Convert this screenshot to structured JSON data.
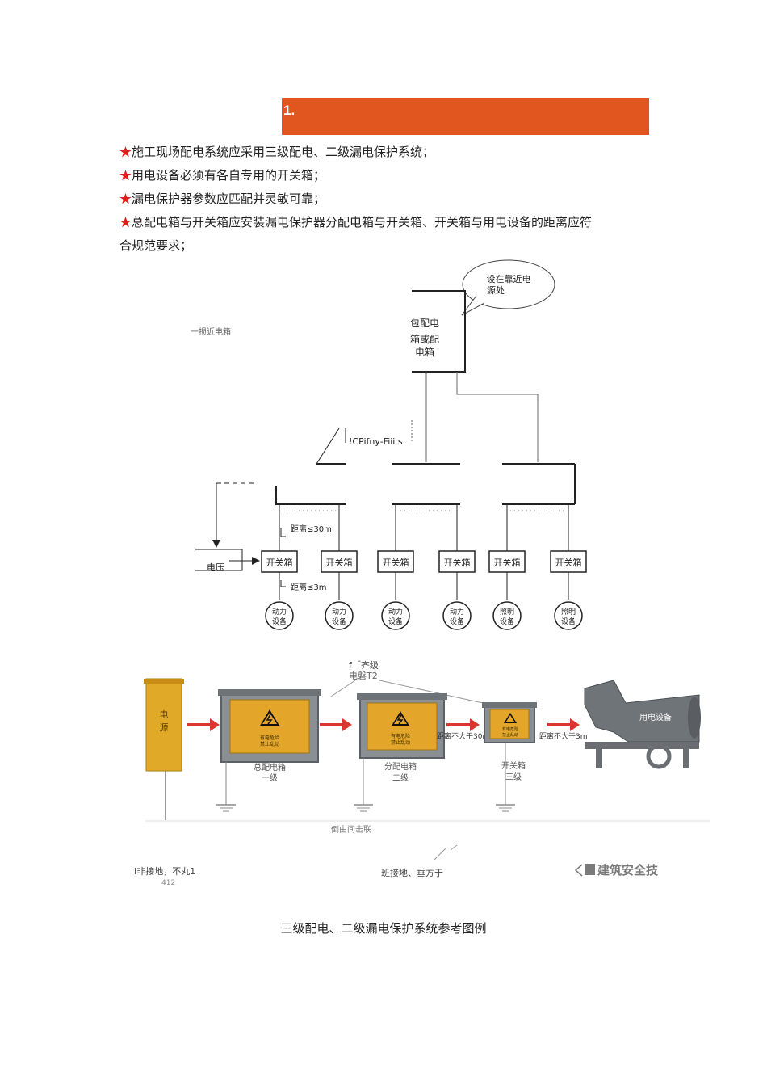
{
  "section": {
    "number": "1."
  },
  "bullets": [
    {
      "star": "★",
      "text": "施工现场配电系统应采用三级配电、二级漏电保护系统；"
    },
    {
      "star": "★",
      "text": "用电设备必须有各自专用的开关箱；"
    },
    {
      "star": "★",
      "text": "漏电保护器参数应匹配并灵敏可靠；"
    },
    {
      "star": "★",
      "text": "总配电箱与开关箱应安装漏电保护器分配电箱与开关箱、开关箱与用电设备的距离应符"
    },
    {
      "star": "",
      "text": "合规范要求；"
    }
  ],
  "diagram1": {
    "callout": [
      "设在靠近电",
      "源处"
    ],
    "main_box": [
      "包配电",
      "箱或配",
      "电箱"
    ],
    "garbled_label": "!CPifny-Fiii s",
    "upper_label_fragment": "一损近电箱",
    "left_label": "电压",
    "distance_30": "距离≤30m",
    "distance_3": "距离≤3m",
    "switch_box": "开关箱",
    "devices": [
      [
        "动力",
        "设备"
      ],
      [
        "动力",
        "设备"
      ],
      [
        "动力",
        "设备"
      ],
      [
        "动力",
        "设备"
      ],
      [
        "照明",
        "设备"
      ],
      [
        "照明",
        "设备"
      ]
    ]
  },
  "diagram2": {
    "top_label": [
      "f「齐级",
      "电磐T2"
    ],
    "source": [
      "电",
      "源"
    ],
    "main_box": [
      "总配电箱",
      "一级"
    ],
    "dist_box": [
      "分配电箱",
      "二级"
    ],
    "switch_box": [
      "开关箱",
      "三级"
    ],
    "dist_30": "距离不大于30m",
    "dist_3": "距离不大于3m",
    "equipment": "用电设备",
    "warning": [
      "有电危险",
      "禁止乱动"
    ],
    "bottom_middle": "倒由间击联",
    "ground_left": [
      "I非接地，不丸1",
      "412"
    ],
    "ground_mid": "班接地、垂方于",
    "watermark": "建筑安全技"
  },
  "caption": "三级配电、二级漏电保护系统参考图例"
}
